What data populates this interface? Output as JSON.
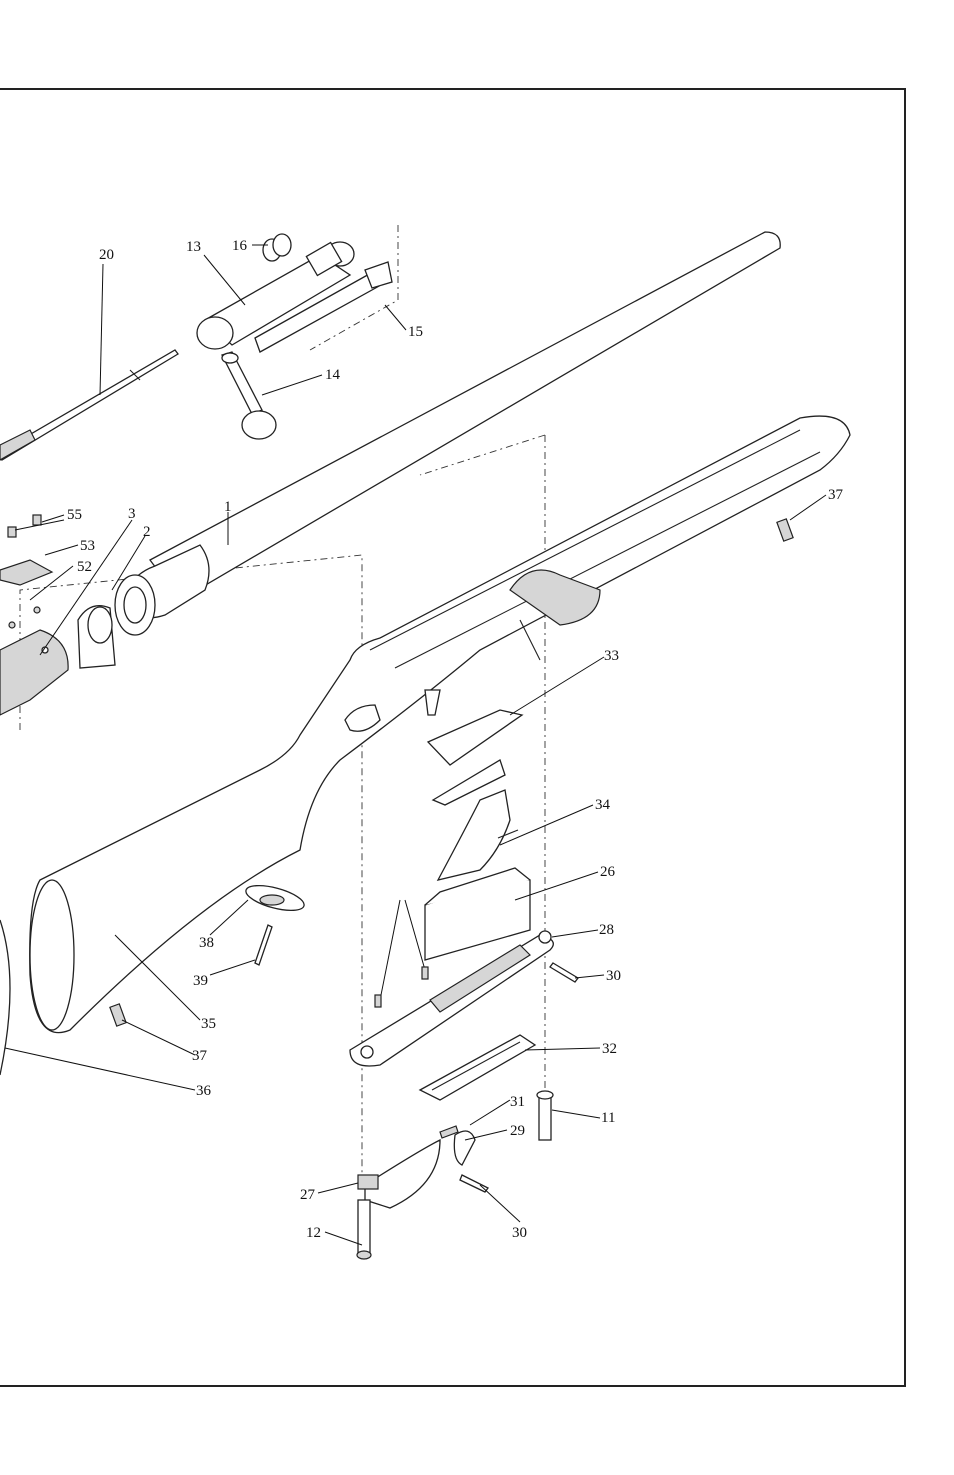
{
  "callouts": {
    "c1": "1",
    "c2": "2",
    "c3": "3",
    "c11": "11",
    "c12": "12",
    "c13": "13",
    "c14": "14",
    "c15": "15",
    "c16": "16",
    "c20": "20",
    "c26": "26",
    "c27": "27",
    "c28": "28",
    "c29": "29",
    "c30a": "30",
    "c30b": "30",
    "c31": "31",
    "c32": "32",
    "c33": "33",
    "c34": "34",
    "c35": "35",
    "c36": "36",
    "c37a": "37",
    "c37b": "37",
    "c38": "38",
    "c39": "39",
    "c52": "52",
    "c53": "53",
    "c55": "55"
  },
  "colors": {
    "line": "#222222",
    "background": "#ffffff",
    "shade": "#d6d6d6"
  }
}
